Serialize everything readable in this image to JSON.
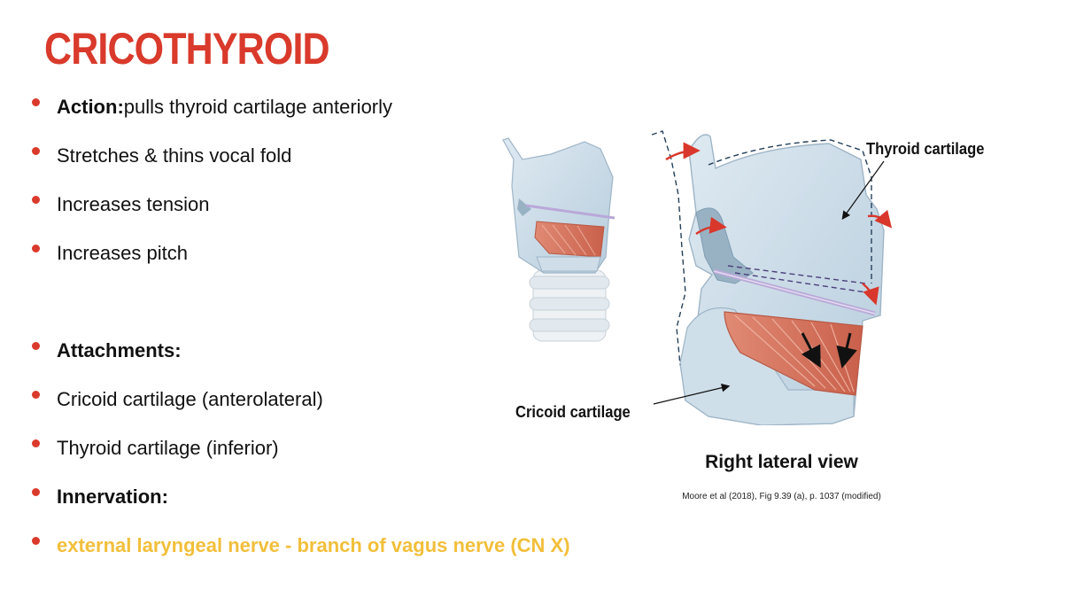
{
  "slide": {
    "title": "CRICOTHYROID",
    "bullets": [
      {
        "label": "Action:",
        "text": " pulls thyroid cartilage anteriorly"
      },
      {
        "label": "",
        "text": "Stretches & thins vocal fold"
      },
      {
        "label": "",
        "text": "Increases tension"
      },
      {
        "label": "",
        "text": "Increases pitch"
      },
      {
        "label": "Attachments:",
        "text": ""
      },
      {
        "label": "",
        "text": "Cricoid cartilage (anterolateral)"
      },
      {
        "label": "",
        "text": "Thyroid cartilage (inferior)"
      },
      {
        "label": "Innervation:",
        "text": ""
      },
      {
        "label": "",
        "text": "external laryngeal nerve - branch of vagus nerve (CN X)"
      }
    ]
  },
  "figure": {
    "labels": {
      "thyroid": "Thyroid cartilage",
      "cricoid": "Cricoid cartilage"
    },
    "view": "Right lateral view",
    "citation": "Moore et al (2018), Fig 9.39 (a), p. 1037  (modified)"
  },
  "colors": {
    "accent_red": "#d93a2b",
    "highlight_yellow": "#f2bf3a",
    "cartilage_blue": "#c9dbe8",
    "muscle": "#d9735e"
  }
}
